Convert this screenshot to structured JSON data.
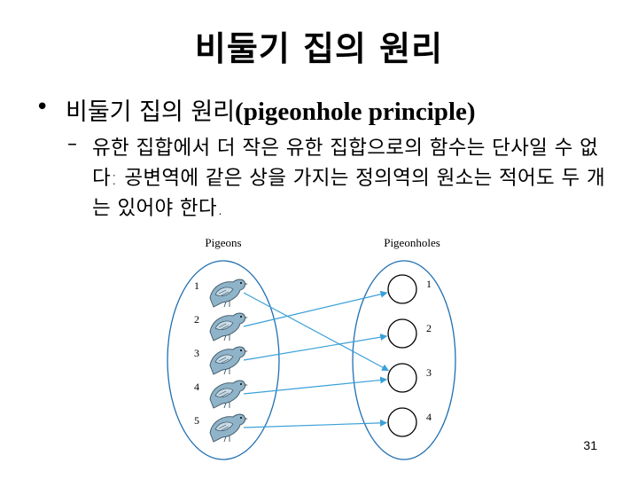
{
  "slide": {
    "title": "비둘기 집의 원리",
    "bullet": {
      "korean": "비둘기 집의 원리",
      "english": "(pigeonhole principle)"
    },
    "sub_bullet": {
      "dash": "–",
      "text": "유한 집합에서 더 작은 유한 집합으로의 함수는 단사일 수 없다: 공변역에 같은 상을 가지는 정의역의 원소는 적어도 두 개는 있어야 한다."
    },
    "page_number": "31"
  },
  "figure": {
    "left_label": "Pigeons",
    "right_label": "Pigeonholes",
    "pigeons": [
      "1",
      "2",
      "3",
      "4",
      "5"
    ],
    "holes": [
      "1",
      "2",
      "3",
      "4"
    ],
    "mapping": [
      {
        "from": "1",
        "to": "3"
      },
      {
        "from": "2",
        "to": "1"
      },
      {
        "from": "3",
        "to": "2"
      },
      {
        "from": "4",
        "to": "3"
      },
      {
        "from": "5",
        "to": "4"
      }
    ],
    "arrow_color": "#3aa0d8",
    "bird_color": "#8fb3c9"
  }
}
